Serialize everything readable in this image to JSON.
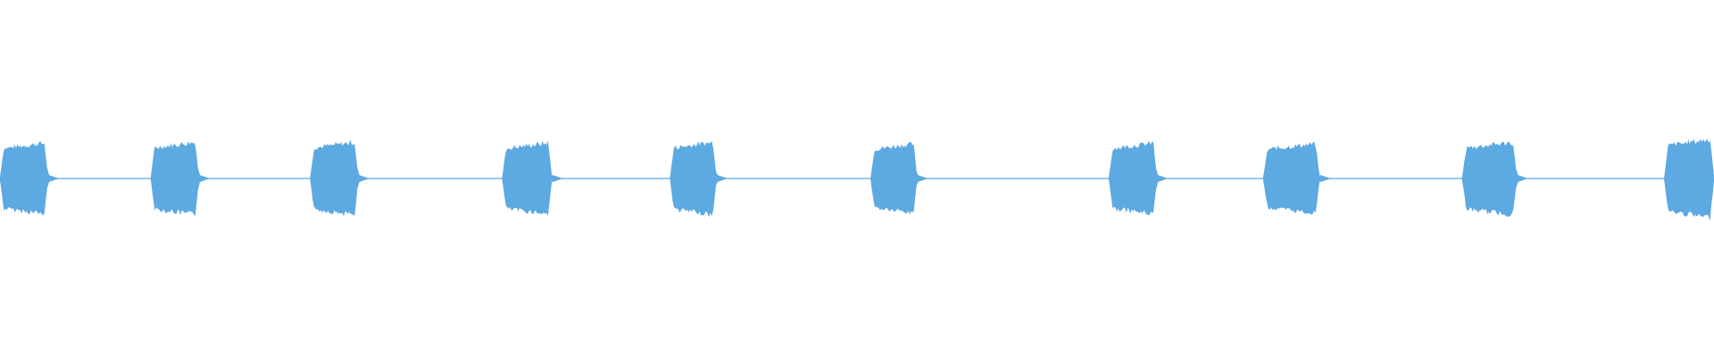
{
  "waveform": {
    "color": "#5DA9E1",
    "description_free": true,
    "bursts": [
      {
        "start": 0.0,
        "end": 0.028,
        "amplitude": 0.86
      },
      {
        "start": 0.088,
        "end": 0.116,
        "amplitude": 0.88
      },
      {
        "start": 0.181,
        "end": 0.209,
        "amplitude": 0.88
      },
      {
        "start": 0.293,
        "end": 0.322,
        "amplitude": 0.86
      },
      {
        "start": 0.391,
        "end": 0.418,
        "amplitude": 0.88
      },
      {
        "start": 0.508,
        "end": 0.535,
        "amplitude": 0.84
      },
      {
        "start": 0.647,
        "end": 0.675,
        "amplitude": 0.86
      },
      {
        "start": 0.737,
        "end": 0.77,
        "amplitude": 0.84
      },
      {
        "start": 0.853,
        "end": 0.885,
        "amplitude": 0.88
      },
      {
        "start": 0.971,
        "end": 1.0,
        "amplitude": 0.95
      }
    ],
    "baseline_amplitude": 0.02
  }
}
